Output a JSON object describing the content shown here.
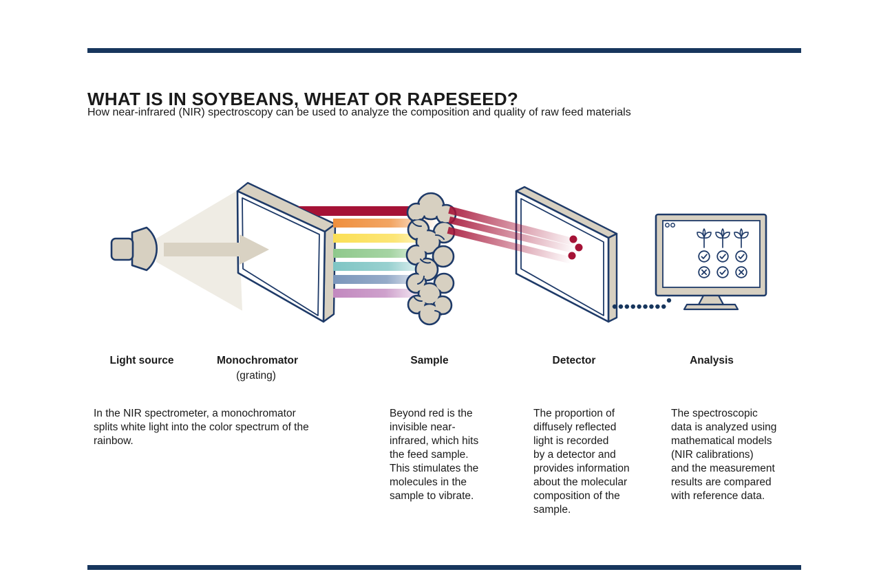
{
  "colors": {
    "rule": "#17365d",
    "outline": "#1e3a68",
    "text": "#1a1a1a",
    "beige": "#d7d0c1",
    "beige-light": "#efece4",
    "beige-arrow": "#d9d2c3",
    "c-red": "#a51236",
    "c-orange": "#ef8f3d",
    "c-yellow": "#fbdf55",
    "c-green": "#8fc98c",
    "c-teal": "#7fc5c4",
    "c-blue": "#7b96bb",
    "c-purple": "#c289bf"
  },
  "header": {
    "title": "WHAT IS IN SOYBEANS, WHEAT OR RAPESEED?",
    "subtitle": "How near-infrared (NIR) spectroscopy can be used to analyze the composition and quality of raw feed materials"
  },
  "stages": [
    {
      "label": "Light source"
    },
    {
      "label": "Monochromator",
      "sublabel": "(grating)"
    },
    {
      "label": "Sample"
    },
    {
      "label": "Detector"
    },
    {
      "label": "Analysis"
    }
  ],
  "descriptions": [
    {
      "text": "In the NIR spectrometer, a monochromator\nsplits white light into the color spectrum of the\nrainbow."
    },
    {
      "text": "Beyond red is the\ninvisible near-\ninfrared, which hits\nthe feed sample.\nThis stimulates the\nmolecules in the\nsample to vibrate."
    },
    {
      "text": "The proportion of\ndiffusely reflected\nlight is recorded\nby a detector and\nprovides information\nabout the molecular\ncomposition of the\nsample."
    },
    {
      "text": "The spectroscopic\ndata is analyzed using\nmathematical models\n(NIR calibrations)\nand the measurement\nresults are compared\nwith reference data."
    }
  ],
  "spectrum": {
    "bands": [
      "red",
      "orange",
      "yellow",
      "green",
      "teal",
      "blue",
      "purple"
    ]
  },
  "analysis_screen": {
    "plant_icons": 3,
    "result_rows": [
      [
        "check",
        "check",
        "check"
      ],
      [
        "cross",
        "check",
        "cross"
      ]
    ]
  }
}
